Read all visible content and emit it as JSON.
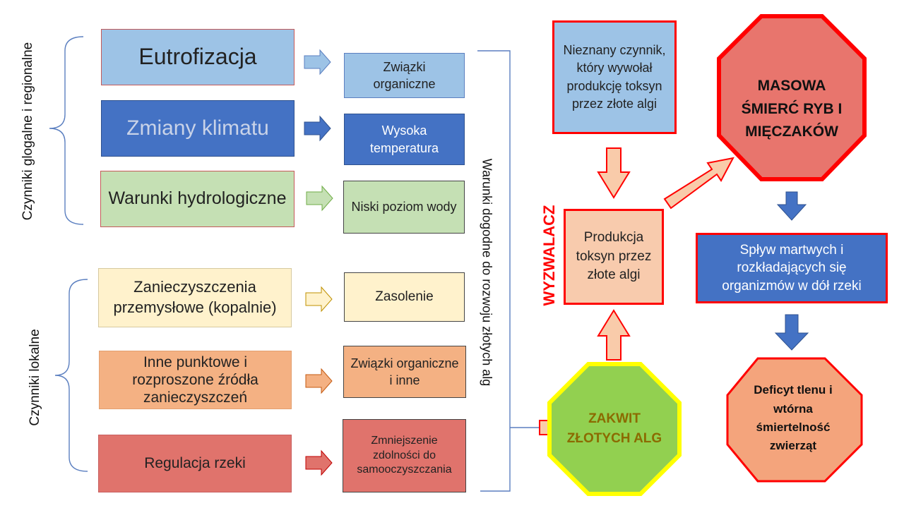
{
  "labels": {
    "global": "Czynniki glogalne i regionalne",
    "local": "Czynniki lokalne",
    "conditions": "Warunki dogodne do rozwoju złotych alg",
    "trigger": "WYZWALACZ"
  },
  "factors": [
    {
      "id": "eutro",
      "text": "Eutrofizacja",
      "effect": "Związki organiczne"
    },
    {
      "id": "climate",
      "text": "Zmiany klimatu",
      "effect": "Wysoka temperatura"
    },
    {
      "id": "hydro",
      "text": "Warunki hydrologiczne",
      "effect": "Niski poziom wody"
    },
    {
      "id": "industry",
      "text": "Zanieczyszczenia przemysłowe (kopalnie)",
      "effect": "Zasolenie"
    },
    {
      "id": "point",
      "text": "Inne punktowe i rozproszone źródła zanieczyszczeń",
      "effect": "Związki organiczne i inne"
    },
    {
      "id": "regulation",
      "text": "Regulacja rzeki",
      "effect": "Zmniejszenie zdolności do samooczyszczania"
    }
  ],
  "chain": {
    "unknown": "Nieznany czynnik, który wywołał produkcję toksyn przez złote algi",
    "toxins": "Produkcja toksyn przez złote algi",
    "bloom": "ZAKWIT ZŁOTYCH ALG",
    "massdeath": "MASOWA ŚMIERĆ RYB I MIĘCZAKÓW",
    "runoff": "Spływ martwych i rozkładających się organizmów w dół rzeki",
    "deficit": "Deficyt tlenu i wtórna śmiertelność zwierząt"
  },
  "colors": {
    "blue_light": "#9DC3E6",
    "blue_dark": "#4472C4",
    "green_light": "#C5E0B4",
    "yellow_light": "#FFF2CC",
    "orange_light": "#F4B183",
    "red_light": "#E0736C",
    "red_border": "#FF0000",
    "bloom_fill": "#92D050",
    "bloom_border": "#FFFF00",
    "massdeath_fill": "#E8756D",
    "arrow_fill": "#F9CBAA"
  }
}
